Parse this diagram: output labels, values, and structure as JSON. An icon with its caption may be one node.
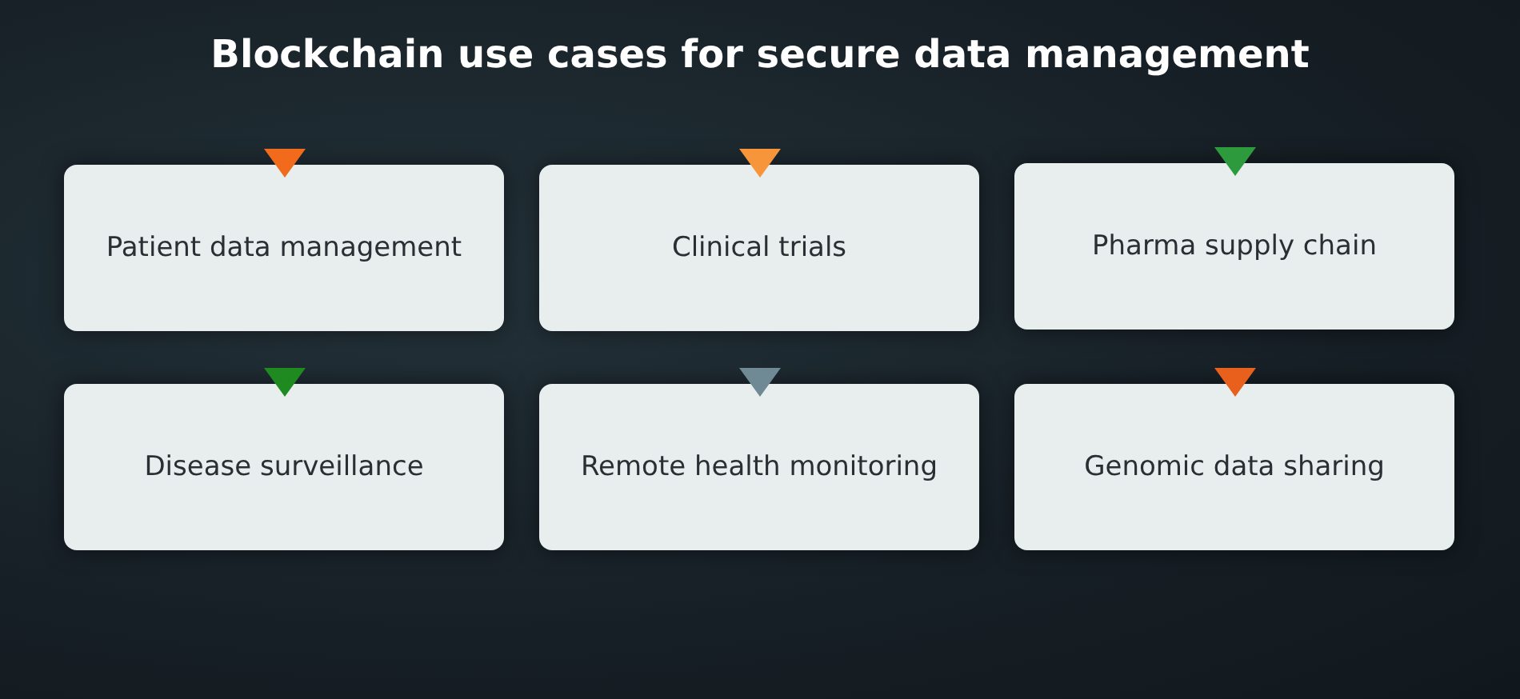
{
  "diagram": {
    "title": "Blockchain use cases for secure data management",
    "nodes": [
      {
        "text": [
          "Patient data management"
        ]
      },
      {
        "text": [
          "Clinical trials"
        ]
      },
      {
        "text": [
          "Pharma supply chain"
        ]
      },
      {
        "text": [
          "Disease surveillance"
        ]
      },
      {
        "text": [
          "Remote health monitoring"
        ]
      },
      {
        "text": [
          "Genomic data sharing"
        ]
      }
    ]
  }
}
